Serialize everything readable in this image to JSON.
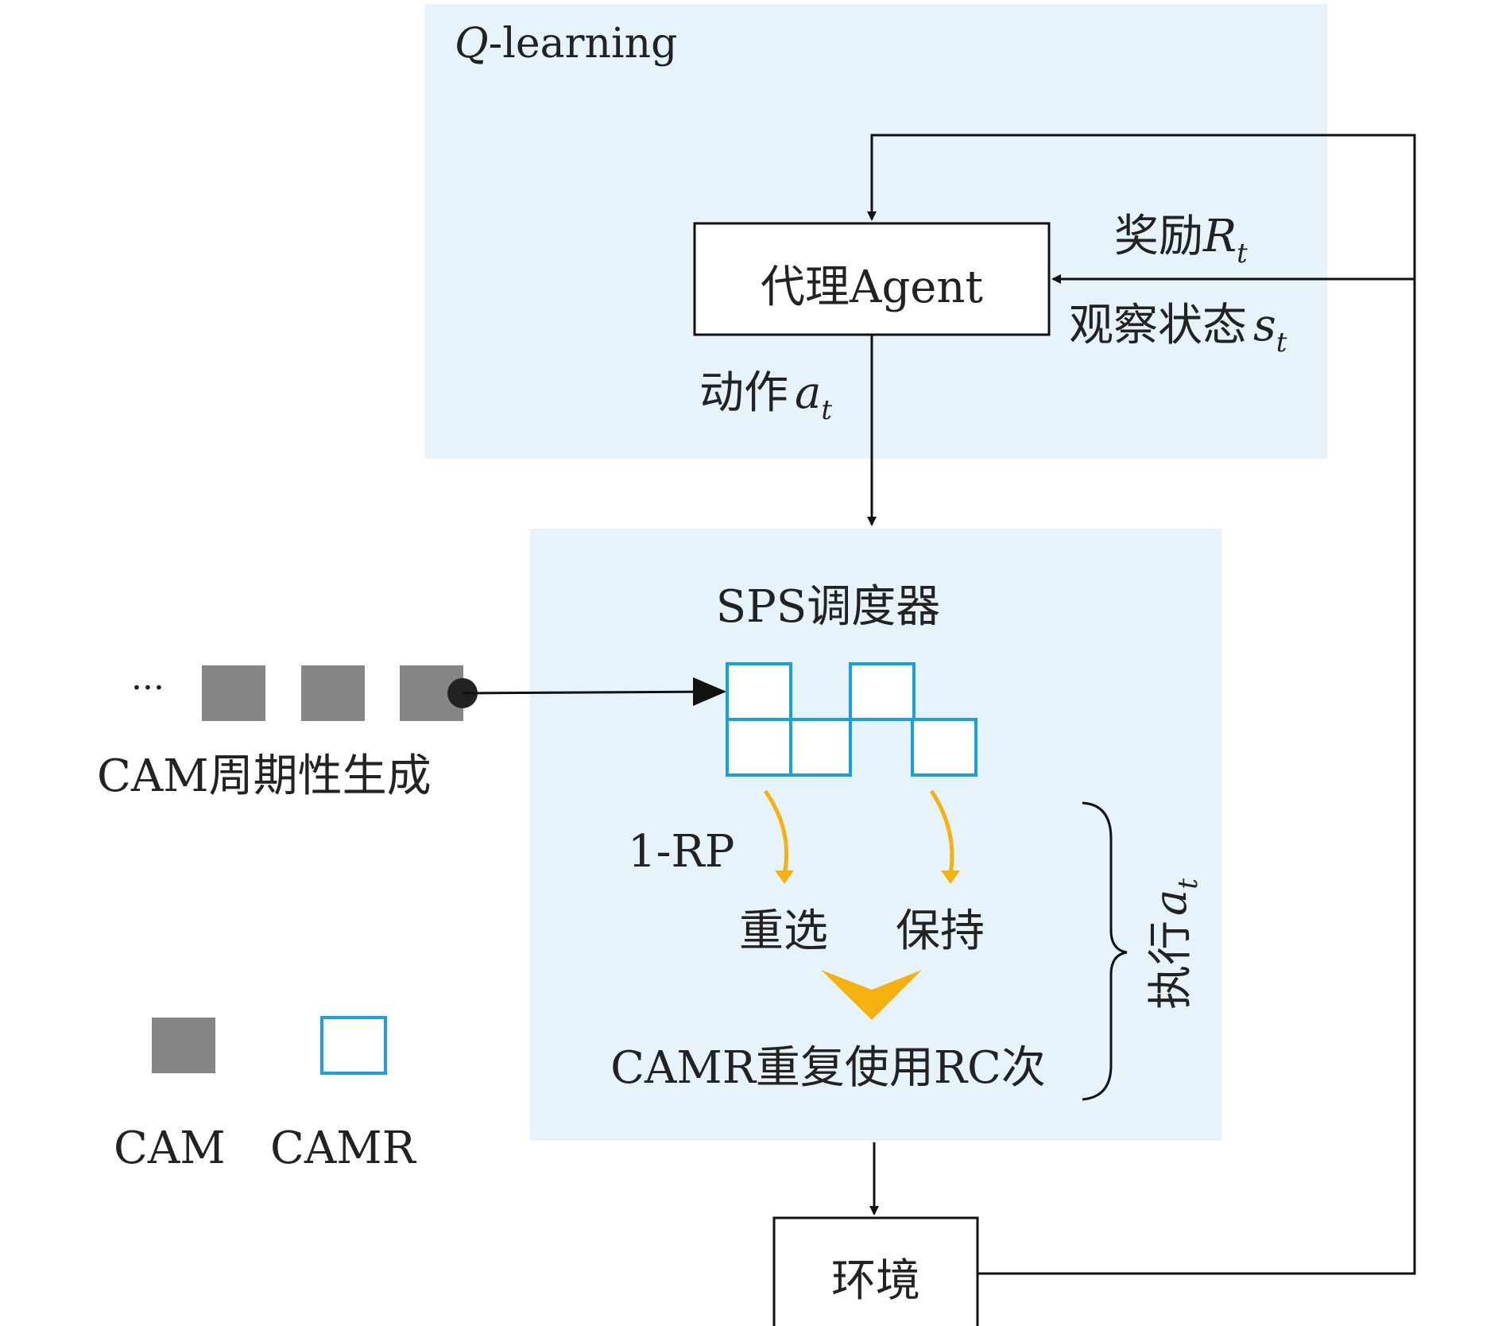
{
  "colors": {
    "panel_bg": "#e6f3fa",
    "cam_fill": "#858585",
    "camr_stroke": "#1a9fe0",
    "accent_arrow": "#f5b10e",
    "line": "#111111"
  },
  "qlearning": {
    "label_q": "Q",
    "label_rest": "-learning"
  },
  "agent": {
    "label": "代理Agent"
  },
  "feedback": {
    "reward_label": "奖励",
    "reward_symbol": "R",
    "reward_sub": "t",
    "state_label": "观察状态",
    "state_symbol": "s",
    "state_sub": "t"
  },
  "action": {
    "label": "动作",
    "symbol": "a",
    "sub": "t"
  },
  "scheduler": {
    "title": "SPS调度器",
    "rp_label": "1-RP",
    "reselect_label": "重选",
    "keep_label": "保持",
    "result_label": "CAMR重复使用RC次",
    "execute_label": "执行",
    "execute_symbol": "a",
    "execute_sub": "t"
  },
  "cam_source": {
    "ellipsis": "···",
    "label": "CAM周期性生成"
  },
  "legend": {
    "cam_label": "CAM",
    "camr_label": "CAMR"
  },
  "environment": {
    "label": "环境"
  }
}
